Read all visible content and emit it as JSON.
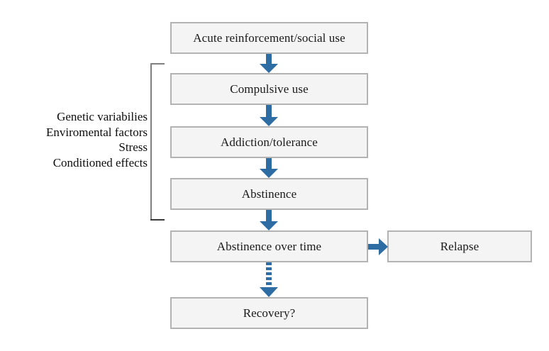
{
  "diagram": {
    "title": "Addiction cycle flowchart",
    "colors": {
      "arrow": "#2e6da4",
      "box_fill": "#f4f4f4",
      "box_border": "#b3b3b3",
      "bracket": "#808080",
      "text": "#1a1a1a"
    },
    "nodes": [
      {
        "id": "acute",
        "label": "Acute reinforcement/social use"
      },
      {
        "id": "compulsive",
        "label": "Compulsive use"
      },
      {
        "id": "addiction",
        "label": "Addiction/tolerance"
      },
      {
        "id": "abstinence",
        "label": "Abstinence"
      },
      {
        "id": "overtime",
        "label": "Abstinence over time"
      },
      {
        "id": "relapse",
        "label": "Relapse"
      },
      {
        "id": "recovery",
        "label": "Recovery?"
      }
    ],
    "factors": {
      "lines": [
        "Genetic variabilies",
        "Enviromental factors",
        "Stress",
        "Conditioned effects"
      ]
    },
    "connectors": [
      {
        "id": "acute-to-compulsive",
        "style": "solid",
        "direction": "down"
      },
      {
        "id": "compulsive-to-addiction",
        "style": "solid",
        "direction": "down"
      },
      {
        "id": "addiction-to-abstinence",
        "style": "solid",
        "direction": "down"
      },
      {
        "id": "abstinence-to-overtime",
        "style": "solid",
        "direction": "down"
      },
      {
        "id": "overtime-to-relapse",
        "style": "solid",
        "direction": "right"
      },
      {
        "id": "overtime-to-recovery",
        "style": "dotted",
        "direction": "down"
      }
    ]
  }
}
